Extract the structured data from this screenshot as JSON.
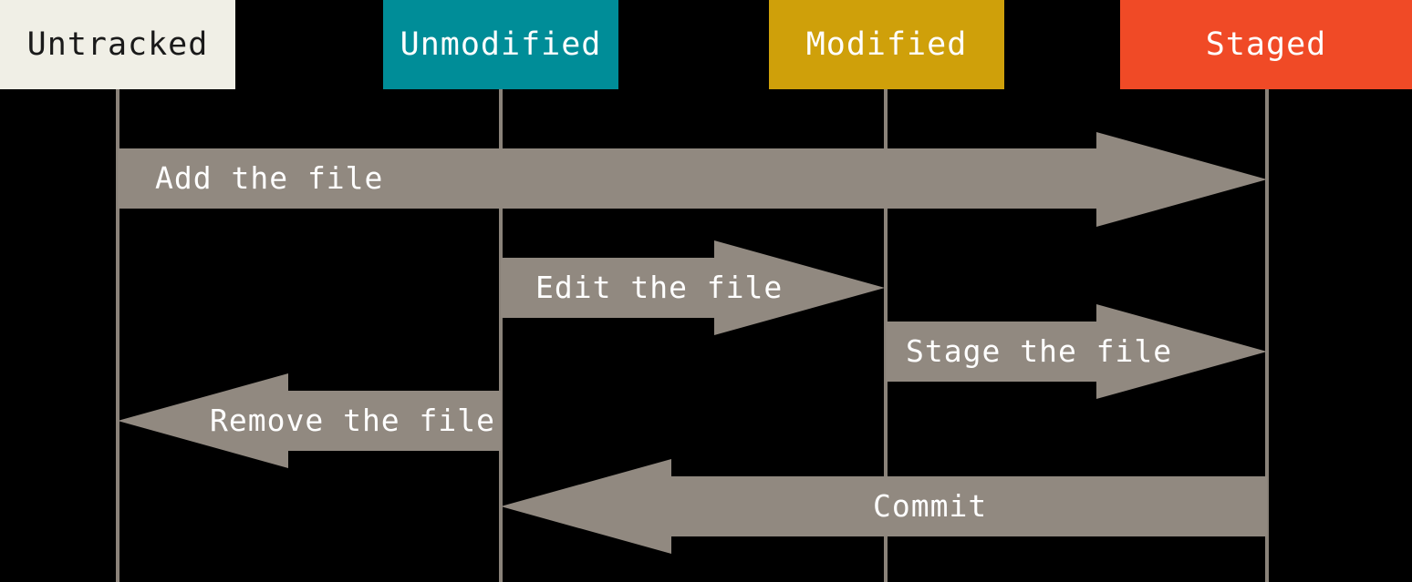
{
  "colors": {
    "background": "#000000",
    "arrow": "#918980",
    "lifeline": "#8A8279",
    "label_text": "#FFFFFF"
  },
  "states": [
    {
      "label": "Untracked",
      "bg": "#F0EFE6",
      "text_color": "#1A1A1A"
    },
    {
      "label": "Unmodified",
      "bg": "#008D98",
      "text_color": "#FFFFFF"
    },
    {
      "label": "Modified",
      "bg": "#CFA00A",
      "text_color": "#FFFFFF"
    },
    {
      "label": "Staged",
      "bg": "#F04A26",
      "text_color": "#FFFFFF"
    }
  ],
  "transitions": [
    {
      "label": "Add the file",
      "from": "Untracked",
      "to": "Staged",
      "direction": "right"
    },
    {
      "label": "Edit the file",
      "from": "Unmodified",
      "to": "Modified",
      "direction": "right"
    },
    {
      "label": "Stage the file",
      "from": "Modified",
      "to": "Staged",
      "direction": "right"
    },
    {
      "label": "Remove the file",
      "from": "Unmodified",
      "to": "Untracked",
      "direction": "left"
    },
    {
      "label": "Commit",
      "from": "Staged",
      "to": "Unmodified",
      "direction": "left"
    }
  ]
}
